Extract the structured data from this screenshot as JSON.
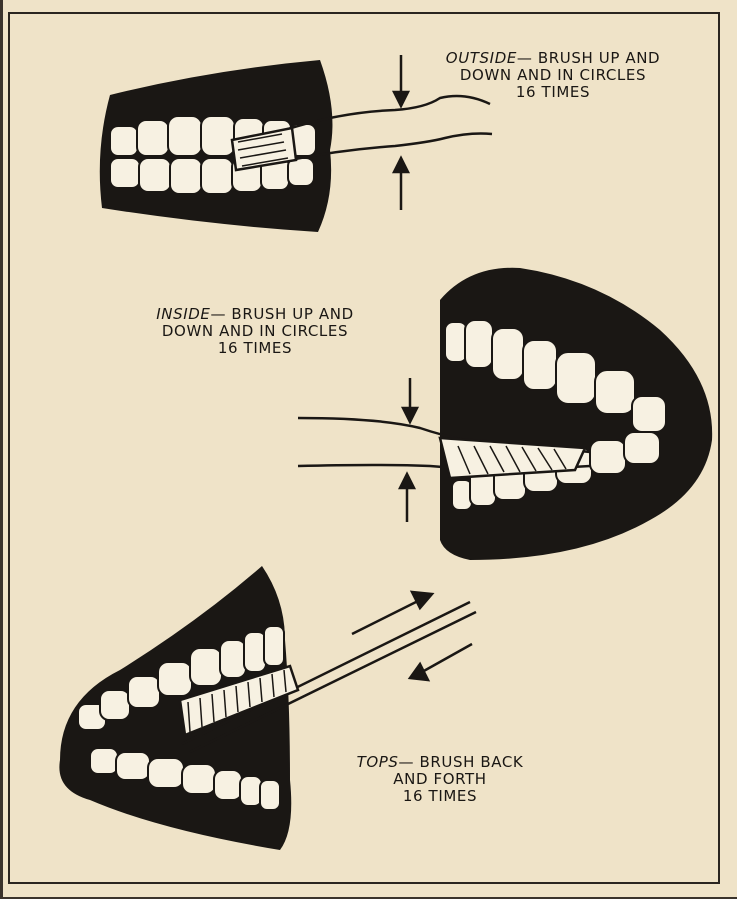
{
  "captions": {
    "outside": {
      "lead": "OUTSIDE",
      "line1_rest": "— BRUSH UP AND",
      "line2": "DOWN AND IN CIRCLES",
      "line3": "16 TIMES"
    },
    "inside": {
      "lead": "INSIDE",
      "line1_rest": "— BRUSH UP AND",
      "line2": "DOWN AND IN CIRCLES",
      "line3": "16 TIMES"
    },
    "tops": {
      "lead": "TOPS",
      "line1_rest": "— BRUSH BACK",
      "line2": "AND FORTH",
      "line3": "16 TIMES"
    }
  },
  "colors": {
    "paper": "#efe3c8",
    "ink": "#1a1714",
    "tooth": "#f7f1e2"
  }
}
